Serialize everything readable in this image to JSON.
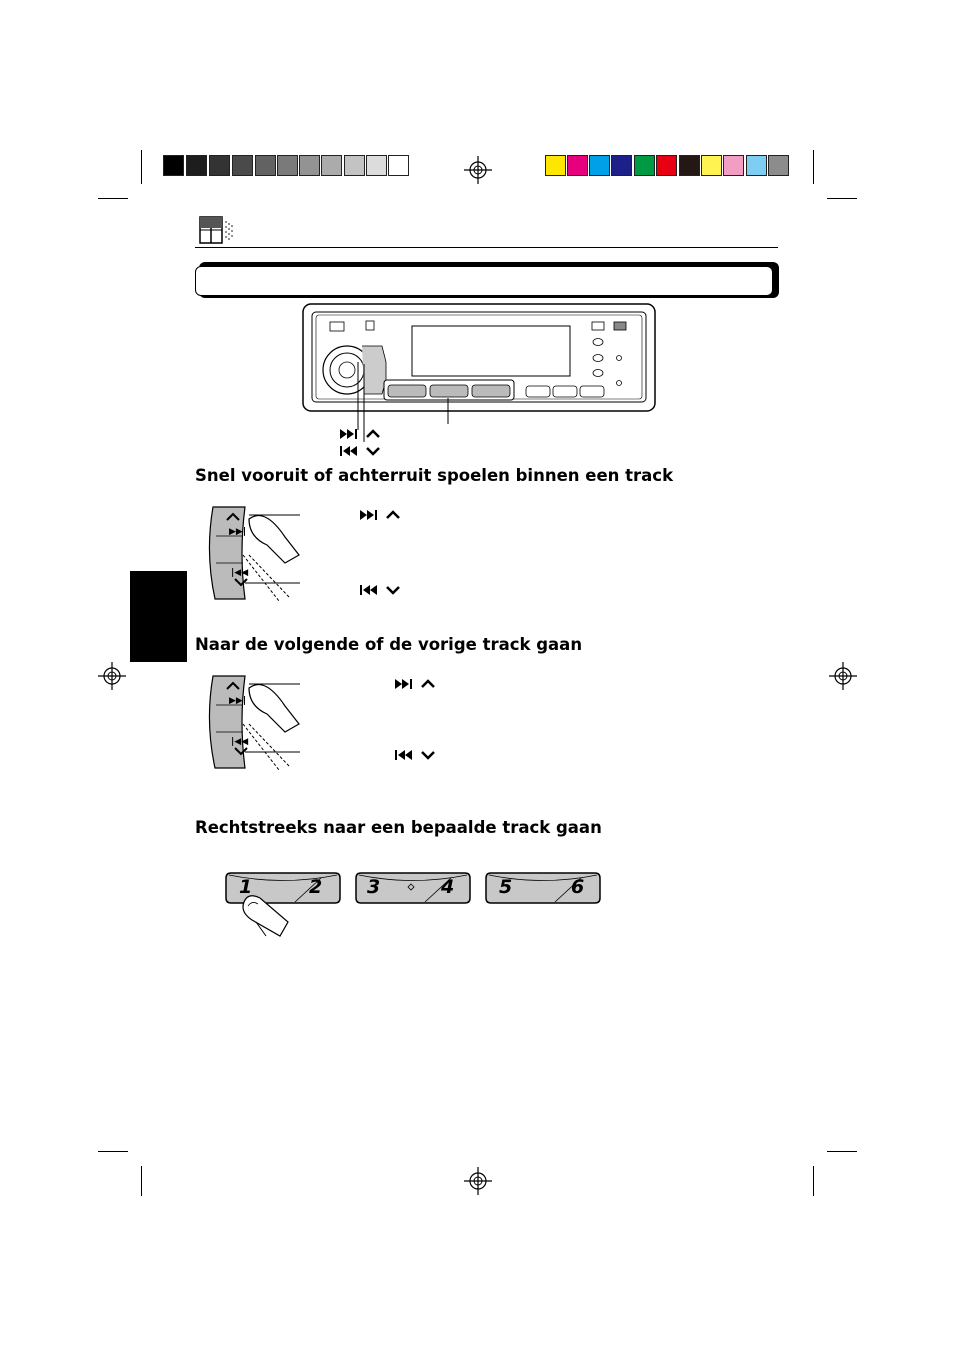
{
  "colors": {
    "grayscale_bar": [
      "#000000",
      "#1d1d1d",
      "#333333",
      "#4a4a4a",
      "#626262",
      "#7a7a7a",
      "#939393",
      "#ababab",
      "#c3c3c3",
      "#dcdcdc",
      "#ffffff"
    ],
    "color_bar": [
      "#ffe600",
      "#e6007e",
      "#00a0e9",
      "#1d2088",
      "#009944",
      "#e60012",
      "#231815",
      "#fff352",
      "#f19ec2",
      "#7ecef4",
      "#8c8c8c"
    ],
    "language_tab": "#000000"
  },
  "sections": [
    {
      "title": "Snel vooruit of achterruit spoelen binnen een track"
    },
    {
      "title": "Naar de volgende of de vorige track gaan"
    },
    {
      "title": "Rechtstreeks naar een bepaalde track gaan"
    }
  ],
  "icons": {
    "header": "cd-disc-icon",
    "next": "skip-forward-up-icon",
    "prev": "skip-back-down-icon"
  },
  "preset_buttons": [
    {
      "left": "1",
      "right": "2"
    },
    {
      "left": "3",
      "right": "4"
    },
    {
      "left": "5",
      "right": "6"
    }
  ]
}
